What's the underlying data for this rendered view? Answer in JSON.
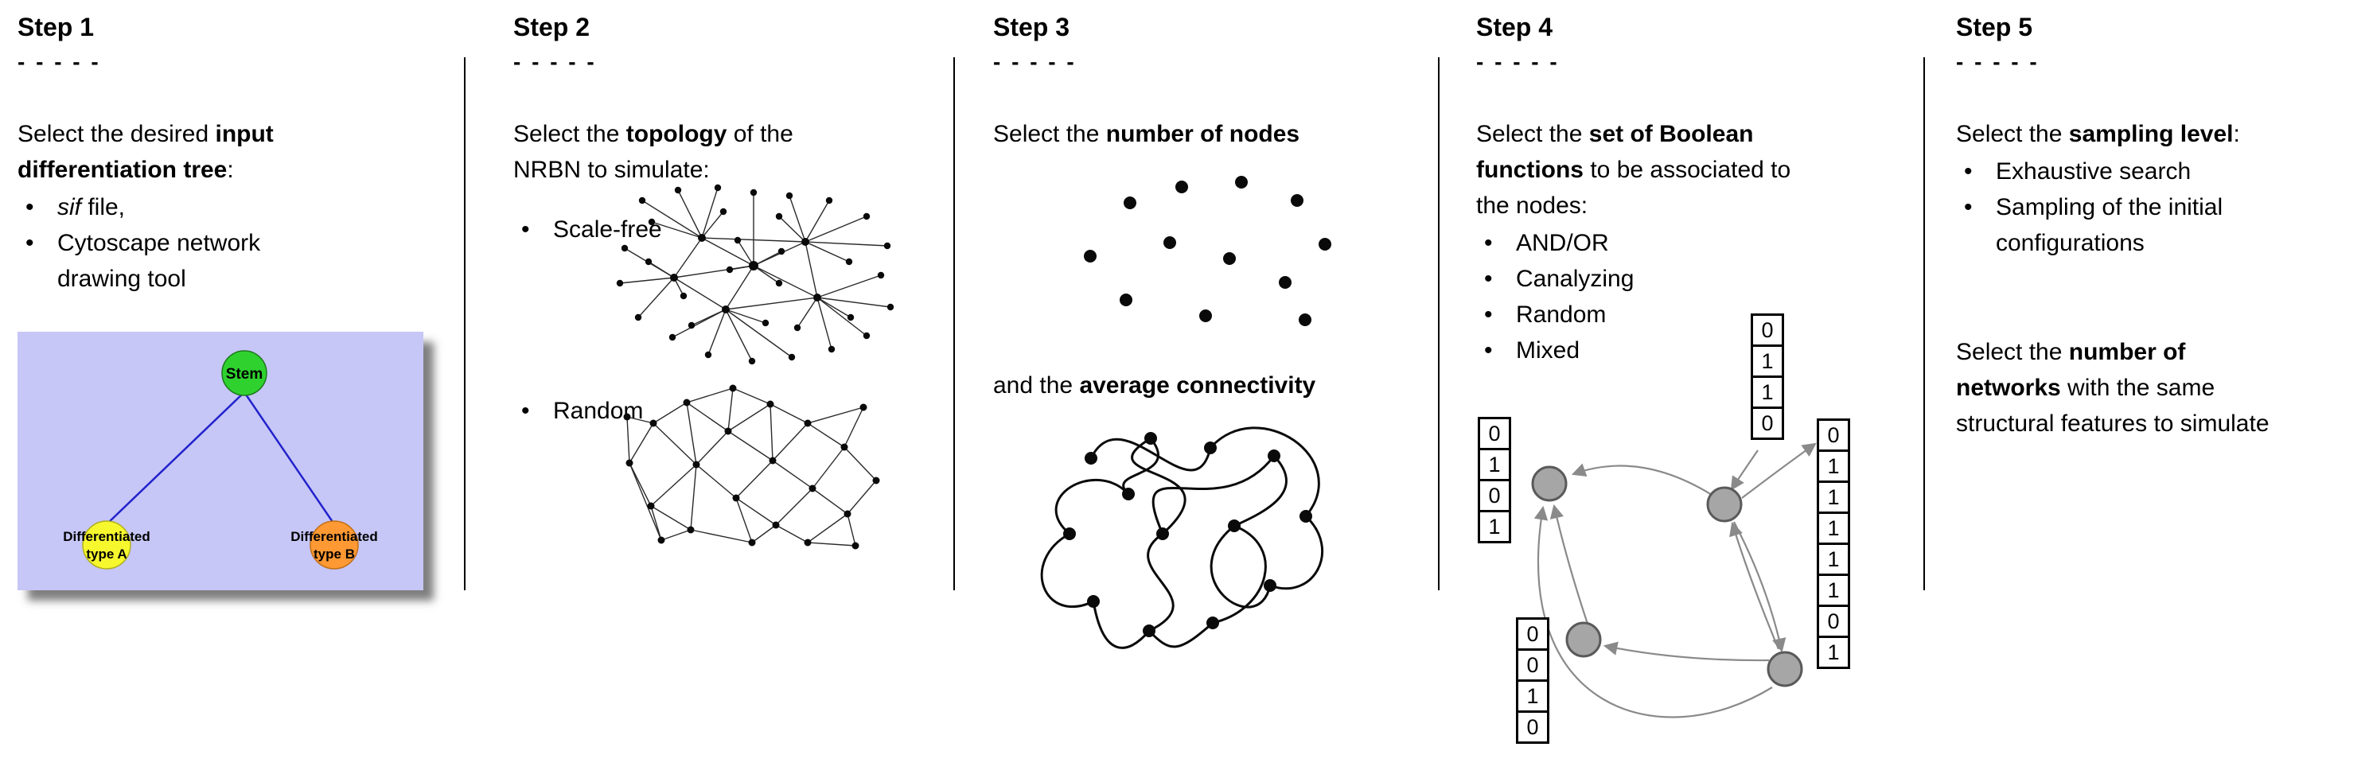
{
  "step1": {
    "title": "Step 1",
    "dashes": "- - - - -",
    "intro_pre": "Select the desired ",
    "intro_bold": "input differentiation tree",
    "intro_post": ":",
    "bullets": {
      "sif_italic": "sif",
      "sif_rest": " file,",
      "cytoscape": "Cytoscape network drawing tool"
    },
    "tree": {
      "stem_label": "Stem",
      "type_a_line1": "Differentiated",
      "type_a_line2": "type A",
      "type_b_line1": "Differentiated",
      "type_b_line2": "type B",
      "colors": {
        "background": "#c6c6f7",
        "stem": "#2fd12f",
        "type_a": "#f7f72e",
        "type_b": "#ff9933",
        "edge": "#2222cc"
      }
    }
  },
  "step2": {
    "title": "Step 2",
    "dashes": "- - - - -",
    "intro_pre": "Select the ",
    "intro_bold": "topology",
    "intro_post": " of the NRBN to simulate:",
    "bullets": {
      "scale_free": "Scale-free",
      "random": "Random"
    }
  },
  "step3": {
    "title": "Step 3",
    "dashes": "- - - - -",
    "p1_pre": "Select the ",
    "p1_bold": "number of nodes",
    "p2_pre": "and the ",
    "p2_bold": "average connectivity"
  },
  "step4": {
    "title": "Step 4",
    "dashes": "- - - - -",
    "intro_pre": "Select the ",
    "intro_bold": "set of Boolean functions",
    "intro_post": " to be associated to the nodes:",
    "bullets": [
      "AND/OR",
      "Canalyzing",
      "Random",
      "Mixed"
    ],
    "tables": {
      "left": [
        "0",
        "1",
        "0",
        "1"
      ],
      "top": [
        "0",
        "1",
        "1",
        "0"
      ],
      "right": [
        "0",
        "1",
        "1",
        "1",
        "1",
        "1",
        "0",
        "1"
      ],
      "bottom": [
        "0",
        "0",
        "1",
        "0"
      ]
    }
  },
  "step5": {
    "title": "Step 5",
    "dashes": "- - - - -",
    "p1_pre": "Select the ",
    "p1_bold": "sampling level",
    "p1_post": ":",
    "bullets": [
      "Exhaustive search",
      "Sampling of the initial configurations"
    ],
    "p2_pre": "Select the ",
    "p2_bold": "number of networks",
    "p2_post": " with the same structural features to simulate"
  }
}
